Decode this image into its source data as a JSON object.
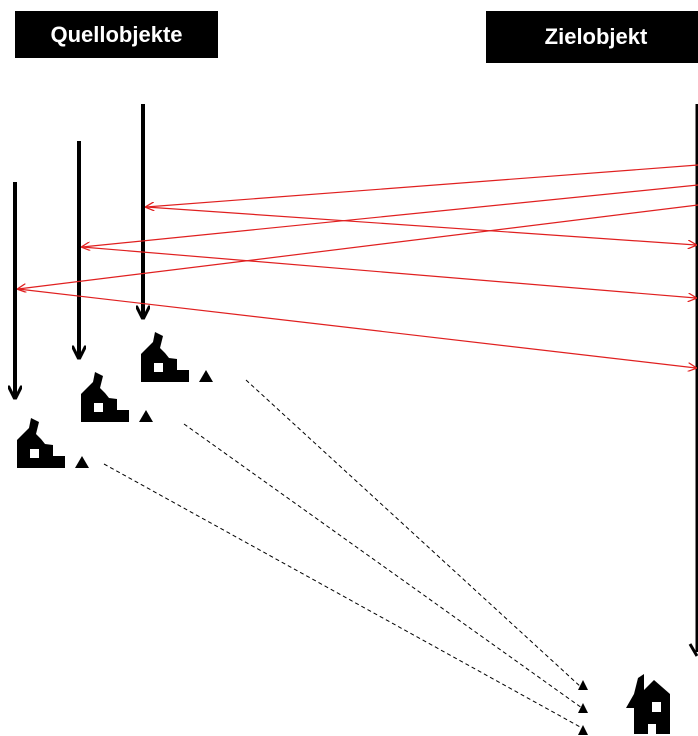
{
  "labels": {
    "source": "Quellobjekte",
    "target": "Zielobjekt"
  },
  "colors": {
    "background": "#ffffff",
    "ink": "#000000",
    "ray": "#e02020"
  },
  "icons": {
    "source": "factory-icon",
    "target": "house-icon",
    "arrowhead": "triangle-marker"
  }
}
